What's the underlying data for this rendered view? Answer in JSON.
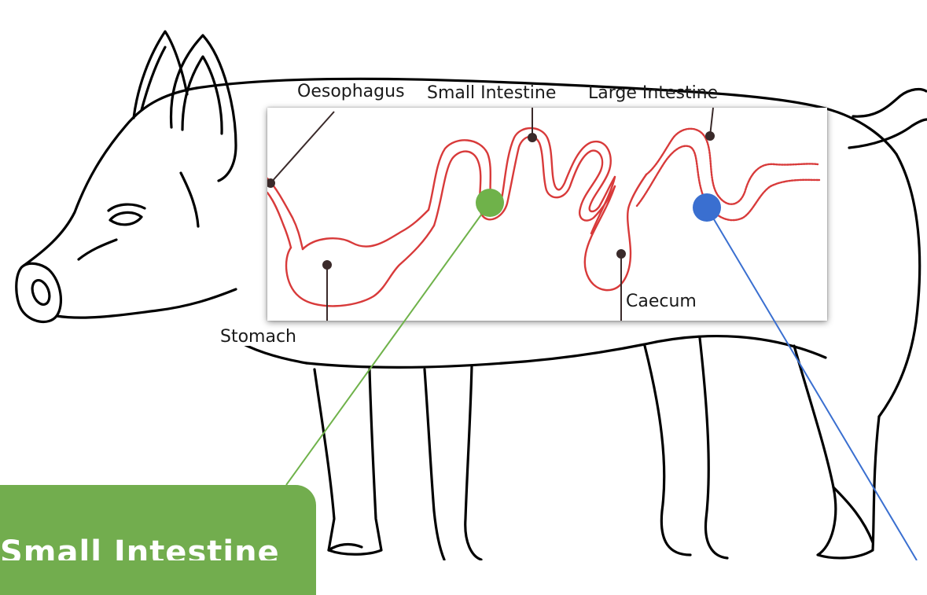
{
  "labels": {
    "oesophagus": "Oesophagus",
    "small_intestine": "Small Intestine",
    "large_intestine": "Large Intestine",
    "stomach": "Stomach",
    "caecum": "Caecum"
  },
  "callout": {
    "text": "Small Intestine"
  },
  "colors": {
    "outline": "#000000",
    "tract": "#d83a3a",
    "pointer": "#3a2a2a",
    "green_marker": "#6fb24a",
    "blue_marker": "#3a6fd0",
    "callout_bg": "#72ad4e"
  }
}
